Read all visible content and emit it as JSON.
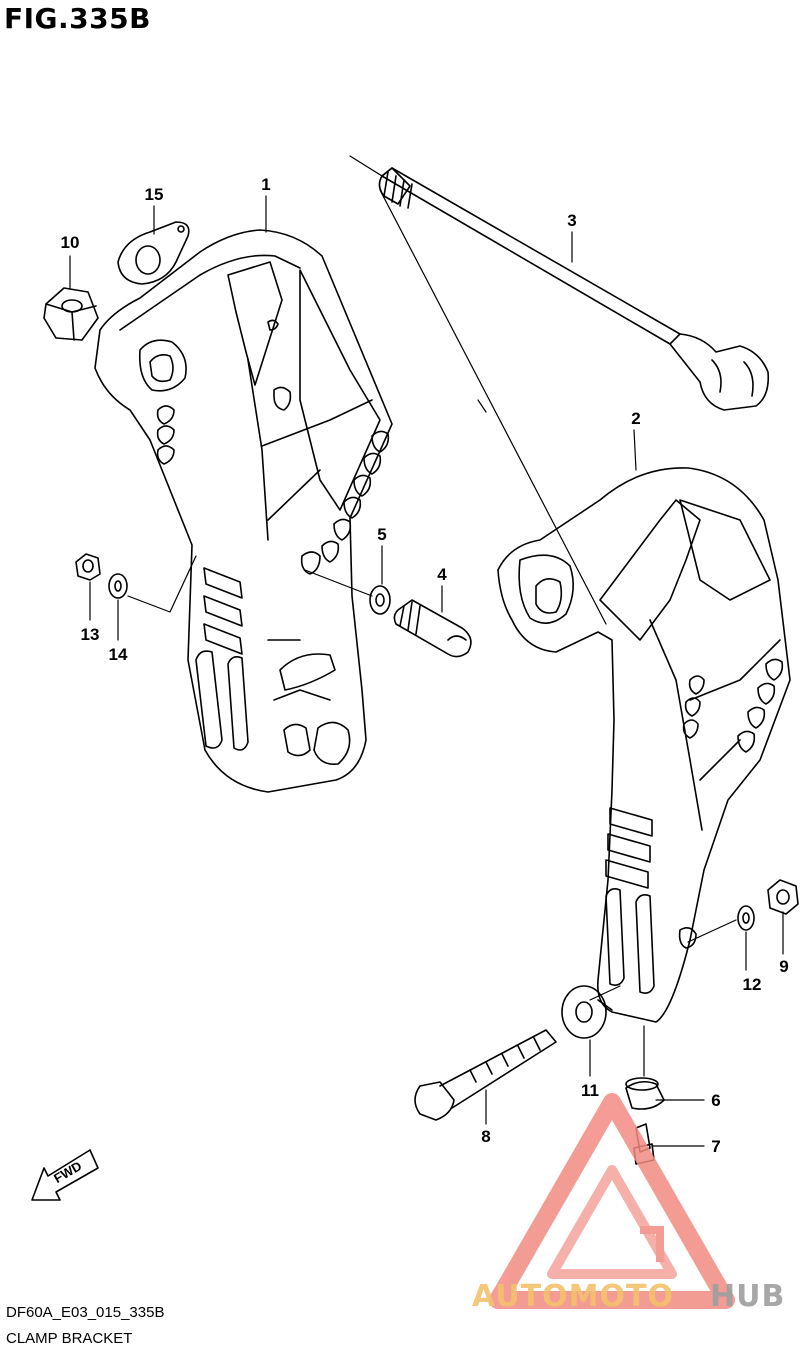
{
  "figure": {
    "title": "FIG.335B",
    "code": "DF60A_E03_015_335B",
    "caption": "CLAMP BRACKET",
    "fwd_label": "FWD"
  },
  "parts": [
    {
      "id": "part-1",
      "label": "1"
    },
    {
      "id": "part-2",
      "label": "2"
    },
    {
      "id": "part-3",
      "label": "3"
    },
    {
      "id": "part-4",
      "label": "4"
    },
    {
      "id": "part-5",
      "label": "5"
    },
    {
      "id": "part-6",
      "label": "6"
    },
    {
      "id": "part-7",
      "label": "7"
    },
    {
      "id": "part-8",
      "label": "8"
    },
    {
      "id": "part-9",
      "label": "9"
    },
    {
      "id": "part-10",
      "label": "10"
    },
    {
      "id": "part-11",
      "label": "11"
    },
    {
      "id": "part-12",
      "label": "12"
    },
    {
      "id": "part-13",
      "label": "13"
    },
    {
      "id": "part-14",
      "label": "14"
    },
    {
      "id": "part-15",
      "label": "15"
    }
  ],
  "watermark": {
    "text_part1": "AUTOMOTO",
    "text_part2": "HUB",
    "color_primary": "#f28b82",
    "color_accent": "#f5c16c",
    "color_dark": "#9e9e9e"
  }
}
